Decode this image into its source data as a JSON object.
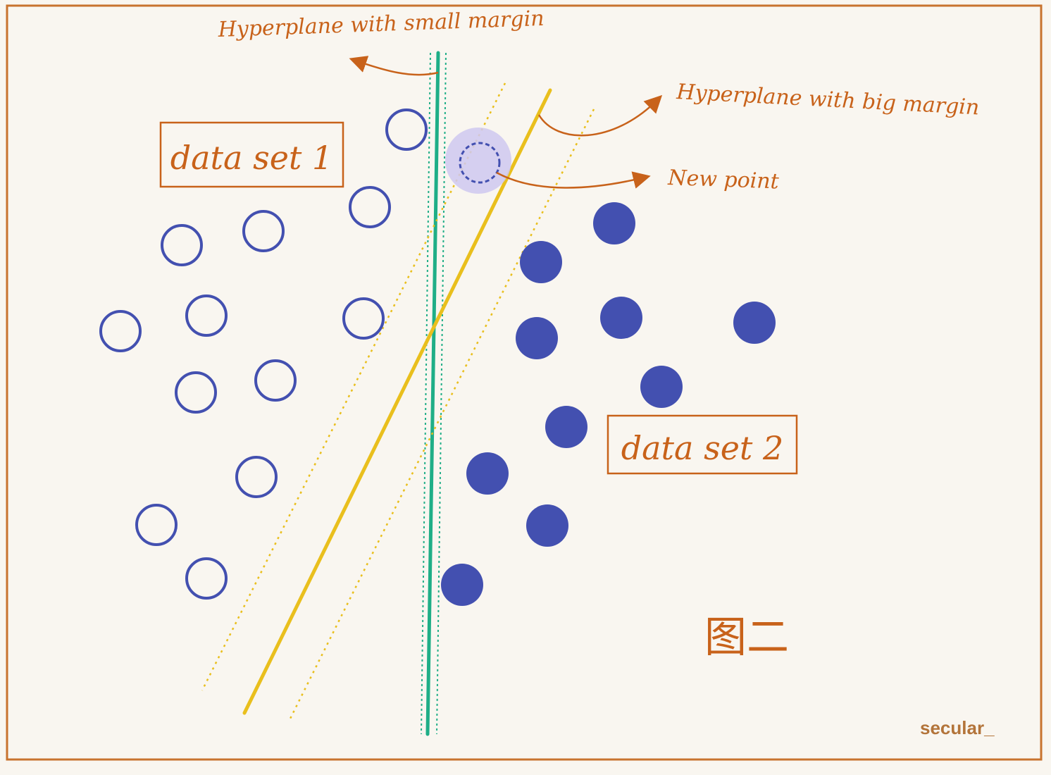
{
  "labels": {
    "small_margin": "Hyperplane with small margin",
    "big_margin": "Hyperplane with big margin",
    "new_point": "New point",
    "set1": "data set 1",
    "set2": "data set 2",
    "figure_caption": "图二",
    "signature": "secular_"
  },
  "colors": {
    "background": "#f9f6f0",
    "frame": "#c8732e",
    "annotation": "#c8621a",
    "points": "#4350b0",
    "new_point_halo": "#cfc8f0",
    "small_margin_line": "#1fae87",
    "big_margin_line": "#e9bf1d"
  }
}
